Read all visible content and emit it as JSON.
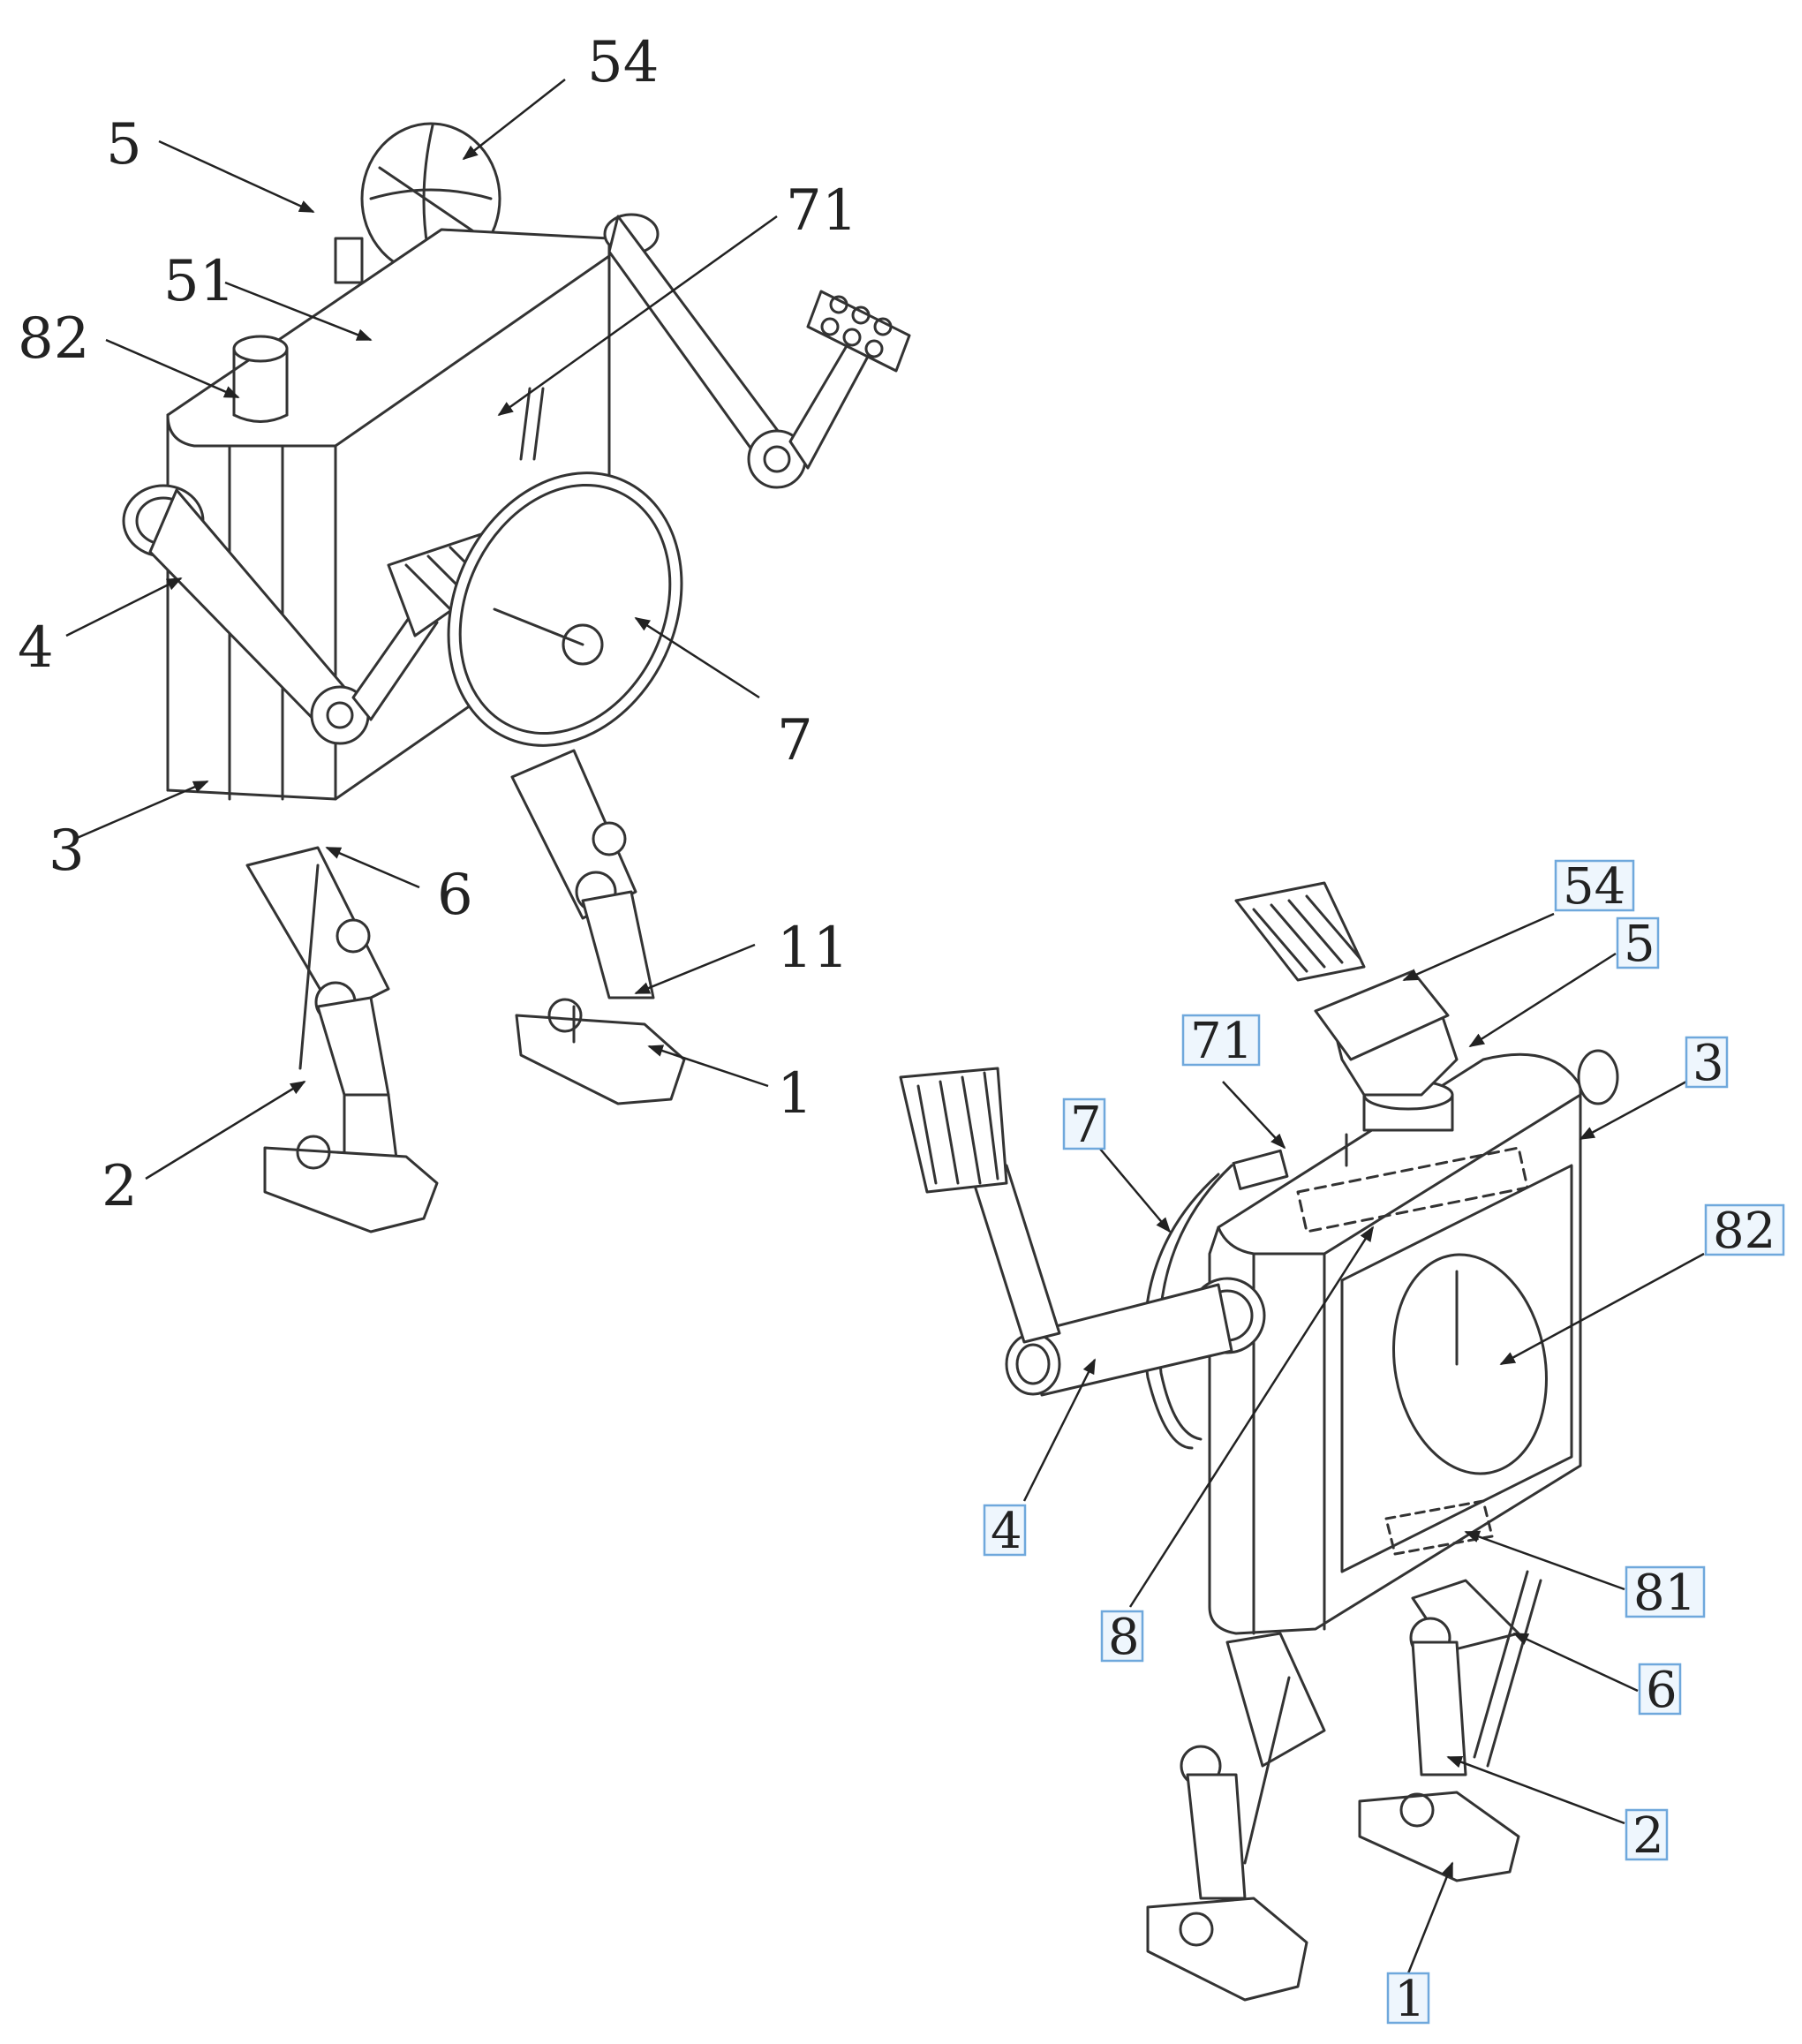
{
  "figure_top": {
    "callouts": [
      "54",
      "5",
      "71",
      "51",
      "82",
      "4",
      "7",
      "3",
      "6",
      "11",
      "1",
      "2"
    ]
  },
  "figure_bottom": {
    "callouts": [
      "54",
      "5",
      "3",
      "71",
      "7",
      "82",
      "4",
      "81",
      "8",
      "6",
      "2",
      "1"
    ]
  },
  "colors": {
    "line": "#333333",
    "callout_box_border": "#6fa8dc",
    "callout_box_fill": "#eef6fd",
    "background": "#ffffff"
  }
}
